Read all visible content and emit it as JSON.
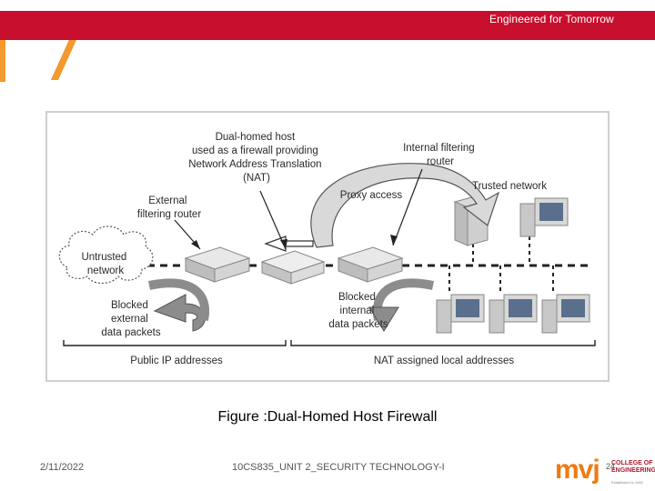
{
  "slide": {
    "tagline": "Engineered for Tomorrow",
    "caption": "Figure :Dual-Homed Host Firewall",
    "date": "2/11/2022",
    "course": "10CS835_UNIT 2_SECURITY TECHNOLOGY-I",
    "slide_number": "24",
    "colors": {
      "brand_red": "#c8102e",
      "accent_orange": "#f29a2e"
    }
  },
  "logo": {
    "mark": "mvj",
    "college_line1": "COLLEGE OF",
    "college_line2": "ENGINEERING",
    "established": "Established in 1982"
  },
  "diagram": {
    "dual_homed_host": [
      "Dual-homed host",
      "used as a firewall providing",
      "Network Address Translation",
      "(NAT)"
    ],
    "internal_router": [
      "Internal filtering",
      "router"
    ],
    "trusted_network": "Trusted network",
    "external_router": [
      "External",
      "filtering router"
    ],
    "proxy_access": "Proxy access",
    "untrusted_network": [
      "Untrusted",
      "network"
    ],
    "blocked_external": [
      "Blocked",
      "external",
      "data packets"
    ],
    "blocked_internal": [
      "Blocked",
      "internal",
      "data packets"
    ],
    "public_ip": "Public IP addresses",
    "nat_local": "NAT assigned local addresses"
  }
}
